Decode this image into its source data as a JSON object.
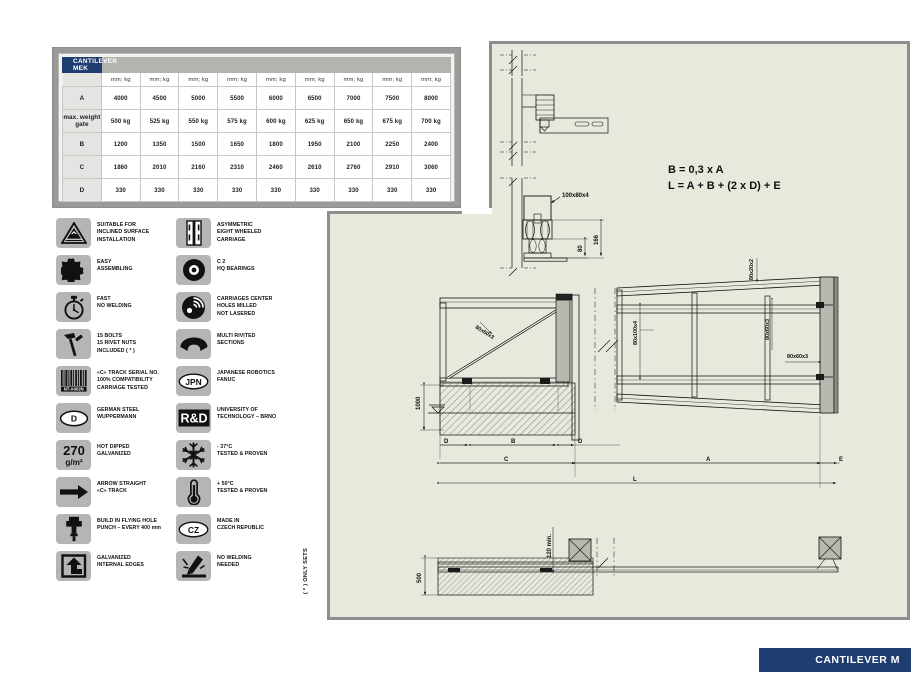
{
  "table": {
    "title": "CANTILEVER MEK",
    "unit_label": "mm; kg",
    "columns": 9,
    "rows": [
      {
        "label": "A",
        "values": [
          "4000",
          "4500",
          "5000",
          "5500",
          "6000",
          "6500",
          "7000",
          "7500",
          "8000"
        ]
      },
      {
        "label": "max. weight gate",
        "values": [
          "500 kg",
          "525 kg",
          "550 kg",
          "575 kg",
          "600 kg",
          "625 kg",
          "650 kg",
          "675 kg",
          "700 kg"
        ]
      },
      {
        "label": "B",
        "values": [
          "1200",
          "1350",
          "1500",
          "1650",
          "1800",
          "1950",
          "2100",
          "2250",
          "2400"
        ]
      },
      {
        "label": "C",
        "values": [
          "1860",
          "2010",
          "2160",
          "2310",
          "2460",
          "2610",
          "2760",
          "2910",
          "3060"
        ]
      },
      {
        "label": "D",
        "values": [
          "330",
          "330",
          "330",
          "330",
          "330",
          "330",
          "330",
          "330",
          "330"
        ]
      }
    ]
  },
  "features": {
    "left": [
      {
        "icon": "inclined-surface-icon",
        "text": "SUITABLE FOR\nINCLINED SURFACE\nINSTALLATION"
      },
      {
        "icon": "puzzle-icon",
        "text": "EASY\nASSEMBLING"
      },
      {
        "icon": "stopwatch-icon",
        "text": "FAST\nNO WELDING"
      },
      {
        "icon": "hammer-icon",
        "text": "15 BOLTS\n15 RIVET NUTS\nINCLUDED ( * )"
      },
      {
        "icon": "barcode-icon",
        "text": "«C» TRACK SERIAL NO.\n100% COMPATIBILITY\nCARRIAGE TESTED"
      },
      {
        "icon": "german-steel-icon",
        "text": "GERMAN STEEL\nWUPPERMANN"
      },
      {
        "icon": "galvanized-270-icon",
        "text": "HOT DIPPED\nGALVANIZED"
      },
      {
        "icon": "arrow-right-icon",
        "text": "ARROW STRAIGHT\n«C» TRACK"
      },
      {
        "icon": "hole-punch-icon",
        "text": "BUILD IN FLYING HOLE\nPUNCH – EVERY 400 mm"
      },
      {
        "icon": "galvanized-edges-icon",
        "text": "GALVANIZED\nINTERNAL EDGES"
      }
    ],
    "right": [
      {
        "icon": "eight-wheeled-carriage-icon",
        "text": "ASYMMETRIC\nEIGHT WHEELED\nCARRIAGE"
      },
      {
        "icon": "bearing-icon",
        "text": "C 2\nHQ BEARINGS"
      },
      {
        "icon": "milled-holes-icon",
        "text": "CARRIAGES CENTER\nHOLES MILLED\nNOT LASERED"
      },
      {
        "icon": "riveted-sections-icon",
        "text": "MULTI RIVITED\nSECTIONS"
      },
      {
        "icon": "jpn-icon",
        "text": "JAPANESE ROBOTICS\nFANUC"
      },
      {
        "icon": "rd-icon",
        "text": "UNIVERSITY OF\nTECHNOLOGY – BRNO"
      },
      {
        "icon": "snowflake-icon",
        "text": "- 37°C\nTESTED & PROVEN"
      },
      {
        "icon": "thermometer-icon",
        "text": "+ 50°C\nTESTED & PROVEN"
      },
      {
        "icon": "cz-icon",
        "text": "MADE IN\nCZECH REPUBLIC"
      },
      {
        "icon": "no-welding-icon",
        "text": "NO WELDING\nNEEDED"
      }
    ]
  },
  "footnote": "( * ) ONLY SETS",
  "drawing": {
    "formula_line1": "B = 0,3 x A",
    "formula_line2": "L = A + B + (2 x D) + E",
    "labels": {
      "post_profile": "100x80x4",
      "dim_166": "166",
      "dim_80": "80",
      "dim_1000": "1000",
      "dim_500": "500",
      "dim_120_min": "120 min.",
      "top_rail": "80x20x2",
      "main_beam": "80x100x4",
      "brace": "80x60x3",
      "vertical_post": "80x60x3",
      "bottom_rail": "80x60x3",
      "dim_A": "A",
      "dim_B": "B",
      "dim_C": "C",
      "dim_D_left": "D",
      "dim_D_right": "D",
      "dim_E": "E",
      "dim_L": "L"
    }
  },
  "title_block": {
    "label": "CANTILEVER M"
  },
  "colors": {
    "brand_navy": "#1e3d70",
    "panel_bg": "#e8e8dd",
    "panel_border": "#8e8e8e",
    "icon_bg": "#b5b5b5",
    "table_frame": "#9a9a9a"
  }
}
